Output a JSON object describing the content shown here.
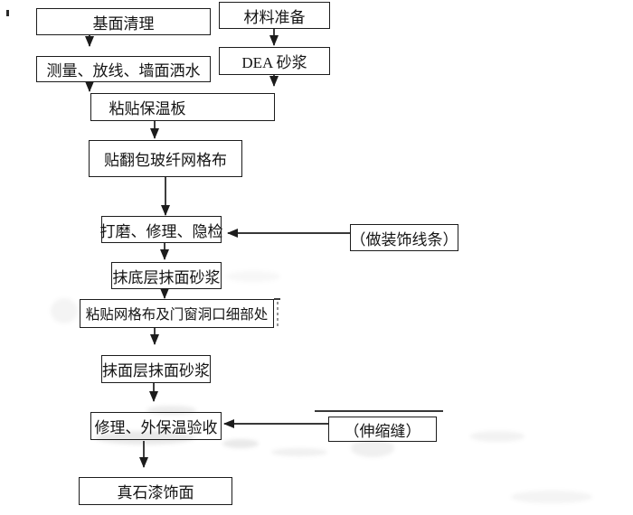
{
  "diagram": {
    "type": "flowchart",
    "language": "zh-CN",
    "nodes": {
      "base_cleaning": "基面清理",
      "material_prep": "材料准备",
      "measure": "测量、放线、墙面洒水",
      "dea_mortar": "DEA 砂浆",
      "insulation_board": "粘贴保温板",
      "mesh_wrap": "贴翻包玻纤网格布",
      "polish": "打磨、修理、隐检",
      "decor_lines": "（做装饰线条）",
      "base_coat": "抹底层抹面砂浆",
      "mesh_detail": "粘贴网格布及门窗洞口细部处",
      "face_coat": "抹面层抹面砂浆",
      "expansion_joint": "（伸缩缝）",
      "repair_acceptance": "修理、外保温验收",
      "stone_paint": "真石漆饰面"
    },
    "edges": [
      {
        "from": "base_cleaning",
        "to": "measure"
      },
      {
        "from": "material_prep",
        "to": "dea_mortar"
      },
      {
        "from": "measure",
        "to": "insulation_board"
      },
      {
        "from": "dea_mortar",
        "to": "insulation_board"
      },
      {
        "from": "insulation_board",
        "to": "mesh_wrap"
      },
      {
        "from": "mesh_wrap",
        "to": "polish"
      },
      {
        "from": "decor_lines",
        "to": "polish"
      },
      {
        "from": "polish",
        "to": "base_coat"
      },
      {
        "from": "base_coat",
        "to": "mesh_detail"
      },
      {
        "from": "mesh_detail",
        "to": "face_coat"
      },
      {
        "from": "face_coat",
        "to": "repair_acceptance"
      },
      {
        "from": "expansion_joint",
        "to": "repair_acceptance"
      },
      {
        "from": "repair_acceptance",
        "to": "stone_paint"
      }
    ],
    "colors": {
      "background": "#ffffff",
      "line": "#1c1c1c",
      "text": "#141414"
    }
  }
}
